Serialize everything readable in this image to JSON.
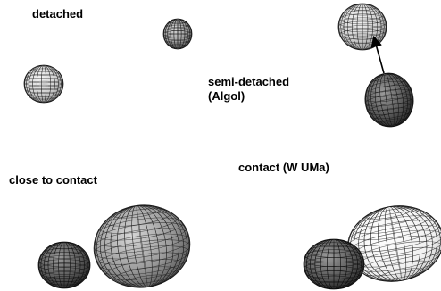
{
  "labels": {
    "detached": "detached",
    "semi_detached_line1": "semi-detached",
    "semi_detached_line2": "(Algol)",
    "close_to_contact": "close to contact",
    "contact": "contact  (W UMa)"
  },
  "colors": {
    "background": "#ffffff",
    "text": "#000000",
    "light_star": "#d8d8d8",
    "mid_star": "#a8a8a8",
    "dark_star": "#5e5e5e",
    "mesh": "#1c1c1c"
  }
}
